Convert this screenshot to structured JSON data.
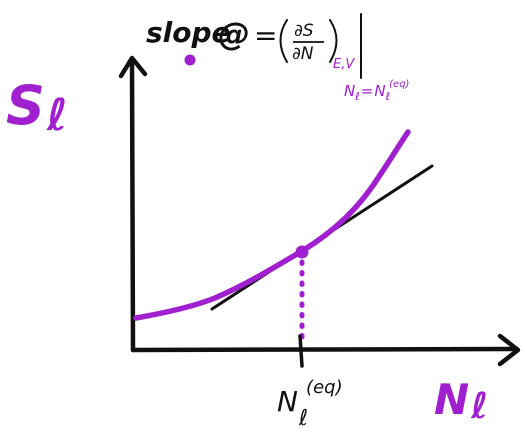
{
  "colors": {
    "ink": "#111111",
    "accent": "#a020d0",
    "background": "#ffffff"
  },
  "axes": {
    "y_label": "S",
    "y_label_sub": "ℓ",
    "x_label": "N",
    "x_label_sub": "ℓ"
  },
  "annotation": {
    "slope_word": "slope",
    "at_symbol": "@",
    "equals": "=",
    "numerator": "∂S",
    "denominator": "∂N",
    "held_constant": "E,V",
    "condition_var": "N",
    "condition_var_sub": "ℓ",
    "condition_eq": "=",
    "condition_value": "N",
    "condition_value_sub": "ℓ",
    "condition_value_sup": "(eq)"
  },
  "tick": {
    "base": "N",
    "sub": "ℓ",
    "sup": "(eq)"
  }
}
